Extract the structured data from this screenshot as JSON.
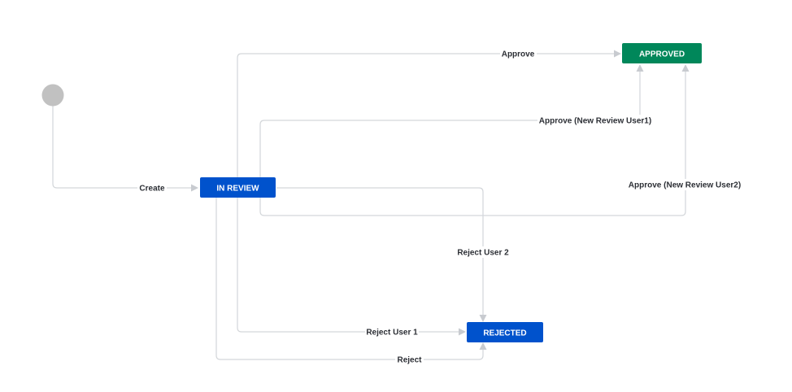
{
  "start": {
    "color": "#c1c1c1"
  },
  "nodes": {
    "in_review": {
      "label": "IN REVIEW",
      "color": "#0052cc"
    },
    "approved": {
      "label": "APPROVED",
      "color": "#00875a"
    },
    "rejected": {
      "label": "REJECTED",
      "color": "#0052cc"
    }
  },
  "transitions": {
    "create": "Create",
    "approve": "Approve",
    "approve_user1": "Approve (New Review User1)",
    "approve_user2": "Approve (New Review User2)",
    "reject_user2": "Reject User 2",
    "reject_user1": "Reject User 1",
    "reject": "Reject"
  },
  "colors": {
    "edge": "#d3d6da",
    "arrow": "#c8cbd0",
    "label_text": "#2c2f35"
  }
}
